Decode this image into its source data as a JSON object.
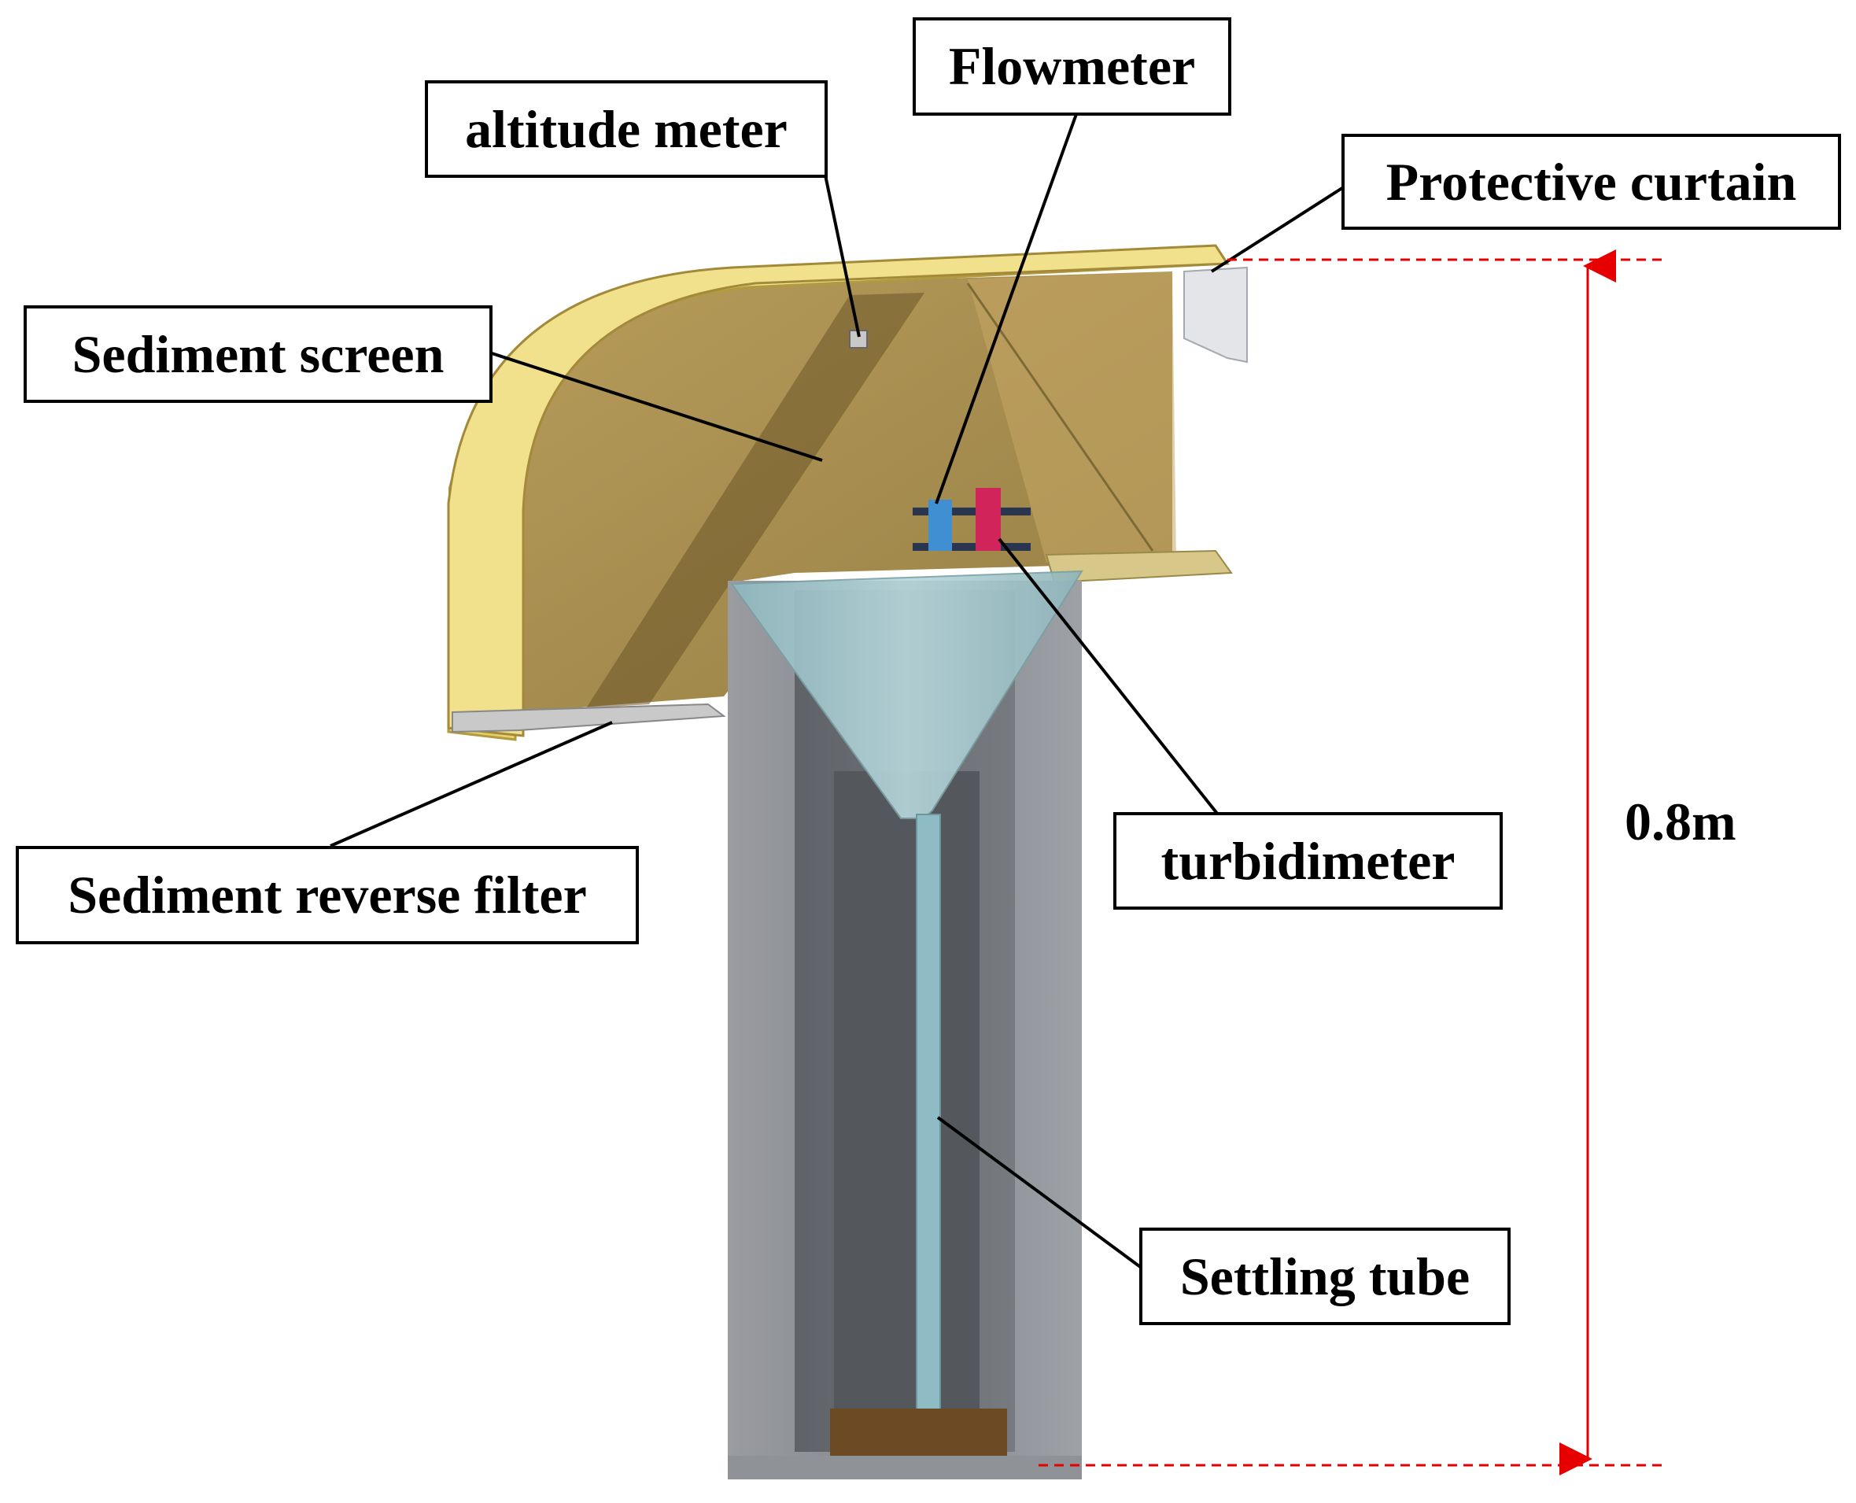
{
  "labels": {
    "flowmeter": "Flowmeter",
    "altitude_meter": "altitude meter",
    "protective_curtain": "Protective curtain",
    "sediment_screen": "Sediment screen",
    "sediment_reverse_filter": "Sediment reverse filter",
    "turbidimeter": "turbidimeter",
    "settling_tube": "Settling tube"
  },
  "dimension": {
    "height_label": "0.8m"
  },
  "colors": {
    "hood_outer": "#eedf7f",
    "hood_inner": "#a58a45",
    "column_gray": "#8d9096",
    "dimension_line": "#e60000",
    "flowmeter_part": "#3f8fd2",
    "turbidimeter_part": "#d0245a",
    "reverse_filter_block": "#6b4a24"
  }
}
